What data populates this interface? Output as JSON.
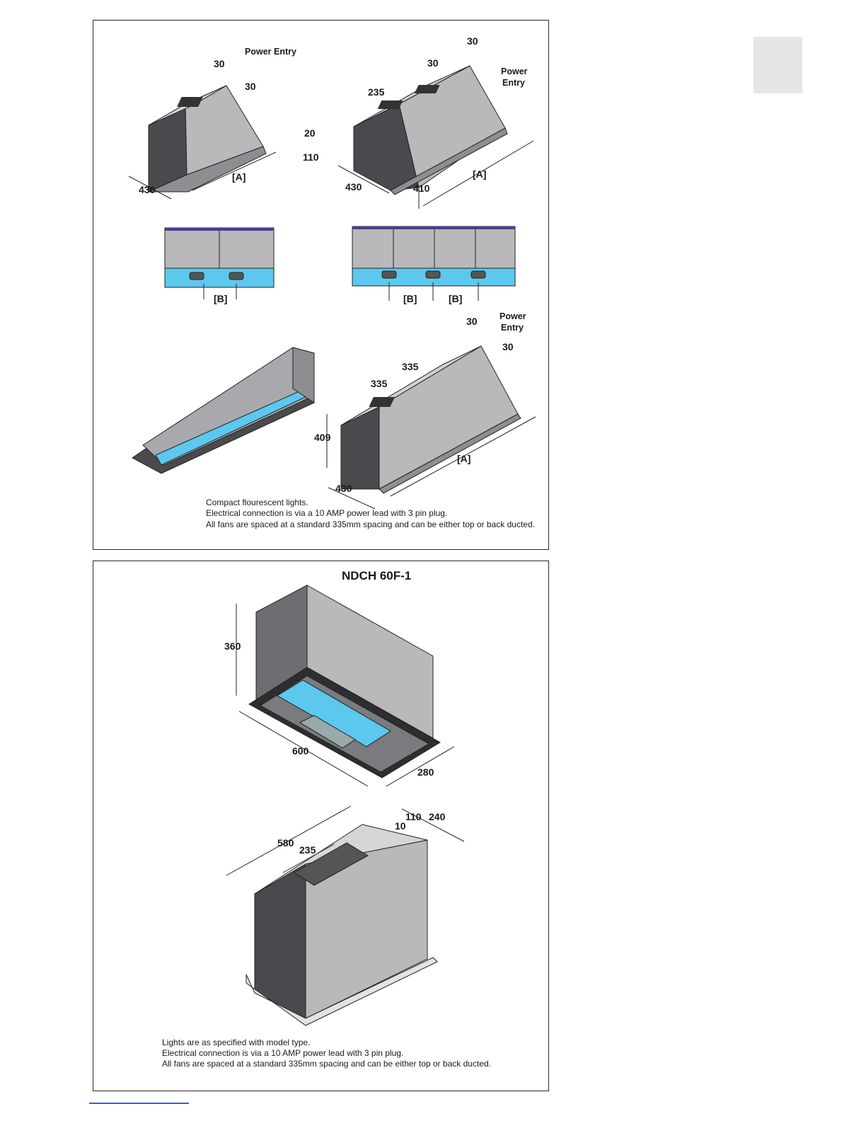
{
  "labels": {
    "power_entry_line1": "Power Entry",
    "power": "Power",
    "entry": "Entry",
    "a": "[A]",
    "b": "[B]"
  },
  "dims": {
    "d30": "30",
    "d430": "430",
    "d235": "235",
    "d20": "20",
    "d110": "110",
    "d410": "410",
    "d335": "335",
    "d409": "409",
    "d360": "360",
    "d600": "600",
    "d280": "280",
    "d580": "580",
    "d10": "10",
    "d240": "240"
  },
  "panel1": {
    "notes": [
      "Compact flourescent lights.",
      "Electrical connection is via a 10 AMP power lead with 3 pin plug.",
      "All fans are spaced at a standard 335mm spacing and can be either top or back ducted."
    ]
  },
  "panel2": {
    "title": "NDCH 60F-1",
    "notes": [
      "Lights are as specified with model type.",
      "Electrical connection is via a 10 AMP power lead with 3 pin plug.",
      "All fans are spaced at a standard 335mm spacing and can be either top or back ducted."
    ]
  },
  "colors": {
    "steel": "#b9b9bc",
    "steel_dark": "#4a4a4e",
    "light_blue": "#5cc8ee",
    "frame": "#2a2a2a"
  }
}
